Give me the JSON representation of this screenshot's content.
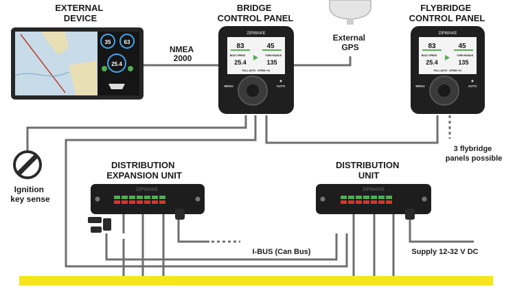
{
  "labels": {
    "external_device": [
      "EXTERNAL",
      "DEVICE"
    ],
    "bridge_panel": [
      "BRIDGE",
      "CONTROL PANEL"
    ],
    "external_gps": [
      "External",
      "GPS"
    ],
    "flybridge_panel": [
      "FLYBRIDGE",
      "CONTROL PANEL"
    ],
    "nmea": [
      "NMEA",
      "2000"
    ],
    "ignition": [
      "Ignition",
      "key sense"
    ],
    "expansion_unit": [
      "DISTRIBUTION",
      "EXPANSION UNIT"
    ],
    "distribution_unit": [
      "DISTRIBUTION",
      "UNIT"
    ],
    "flybridge_note": [
      "3 flybridge",
      "panels possible"
    ],
    "ibus": "I-BUS (Can Bus)",
    "supply": "Supply 12-32 V DC"
  },
  "brand": "ZIPWAKE",
  "panel_screen": {
    "value_left": "83",
    "value_right": "45",
    "speed": "25.4",
    "heading": "135",
    "boat_speed_label": "BOAT SPEED",
    "turn_label": "TURN RADIUS",
    "footer": "FULL AUTO · NTRIM +12",
    "menu": "MENU",
    "auto": "AUTO"
  },
  "mfd_screen": {
    "gauge_1": "35",
    "gauge_2": "63",
    "gauge_3": "25.4"
  },
  "colors": {
    "bus_yellow": "#f6e51c",
    "wire": "#6e6e6e",
    "device_body": "#1d1d1d",
    "led_green": "#4caf50",
    "led_red": "#d9342b"
  },
  "icons": [
    "ignition-key-icon",
    "gps-antenna-icon",
    "joystick-icon"
  ]
}
